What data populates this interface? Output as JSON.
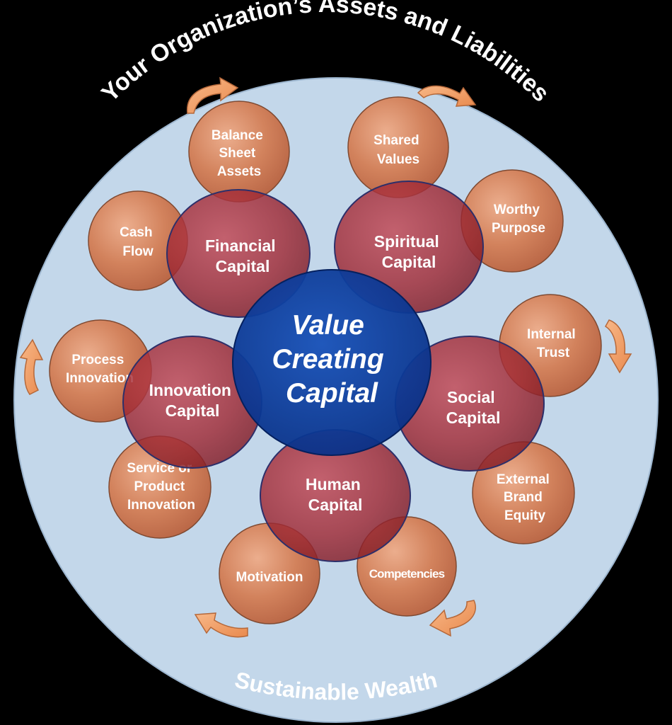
{
  "title": "Your Organization’s Assets and Liabilities",
  "footer": "Sustainable Wealth",
  "center": {
    "lines": [
      "Value",
      "Creating",
      "Capital"
    ]
  },
  "capitals": {
    "financial": {
      "lines": [
        "Financial",
        "Capital"
      ]
    },
    "spiritual": {
      "lines": [
        "Spiritual",
        "Capital"
      ]
    },
    "social": {
      "lines": [
        "Social",
        "Capital"
      ]
    },
    "human": {
      "lines": [
        "Human",
        "Capital"
      ]
    },
    "innovation": {
      "lines": [
        "Innovation",
        "Capital"
      ]
    }
  },
  "bubbles": {
    "balance_sheet": {
      "lines": [
        "Balance",
        "Sheet",
        "Assets"
      ]
    },
    "cash_flow": {
      "lines": [
        "Cash",
        "Flow"
      ]
    },
    "shared_values": {
      "lines": [
        "Shared",
        "Values"
      ]
    },
    "worthy_purpose": {
      "lines": [
        "Worthy",
        "Purpose"
      ]
    },
    "internal_trust": {
      "lines": [
        "Internal",
        "Trust"
      ]
    },
    "external_brand": {
      "lines": [
        "External",
        "Brand",
        "Equity"
      ]
    },
    "competencies": {
      "lines": [
        "Competencies"
      ]
    },
    "motivation": {
      "lines": [
        "Motivation"
      ]
    },
    "service_product": {
      "lines": [
        "Service or",
        "Product",
        "Innovation"
      ]
    },
    "process": {
      "lines": [
        "Process",
        "Innovation"
      ]
    }
  },
  "colors": {
    "background": "#000000",
    "outer_disc": "#c3d7ea",
    "center": "#0b3d9b",
    "capital": "#9c2630",
    "bubble": "#d07a4e",
    "arrow": "#f2a066"
  }
}
